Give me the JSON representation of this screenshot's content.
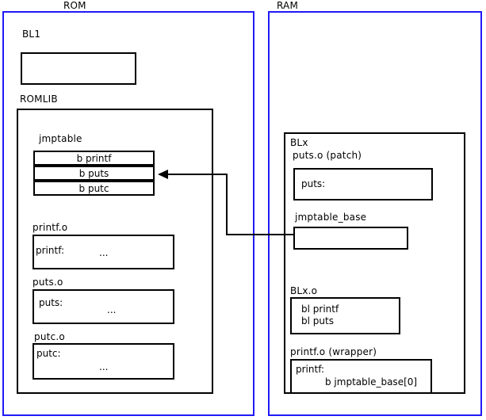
{
  "diagram": {
    "title": "ROM / RAM jump table patching diagram",
    "colors": {
      "region_border": "#2019f7",
      "box_border": "#000000",
      "background": "#ffffff",
      "text": "#000000"
    },
    "regions": [
      {
        "id": "rom",
        "label": "ROM"
      },
      {
        "id": "ram",
        "label": "RAM"
      }
    ],
    "rom": {
      "label": "ROM",
      "bl1": {
        "label": "BL1",
        "body": ""
      },
      "romlib": {
        "label": "ROMLIB",
        "jmptable": {
          "label": "jmptable",
          "entries": [
            {
              "text": "b printf"
            },
            {
              "text": "b puts"
            },
            {
              "text": "b putc"
            }
          ]
        },
        "objects": [
          {
            "label": "printf.o",
            "symbol": "printf:",
            "body": "..."
          },
          {
            "label": "puts.o",
            "symbol": "puts:",
            "body": "..."
          },
          {
            "label": "putc.o",
            "symbol": "putc:",
            "body": "..."
          }
        ]
      }
    },
    "ram": {
      "label": "RAM",
      "blx": {
        "label": "BLx",
        "puts_patch": {
          "label": "puts.o (patch)",
          "symbol": "puts:"
        },
        "jmptable_base": {
          "label": "jmptable_base",
          "body": ""
        },
        "blx_o": {
          "label": "BLx.o",
          "line1": "bl printf",
          "line2": "bl puts"
        },
        "printf_wrapper": {
          "label": "printf.o (wrapper)",
          "symbol": "printf:",
          "instruction": "b jmptable_base[0]"
        }
      }
    },
    "connector": {
      "name": "jmptable-base-to-puts-entry",
      "from": "jmptable_base",
      "to": "jmptable entry b puts"
    }
  }
}
